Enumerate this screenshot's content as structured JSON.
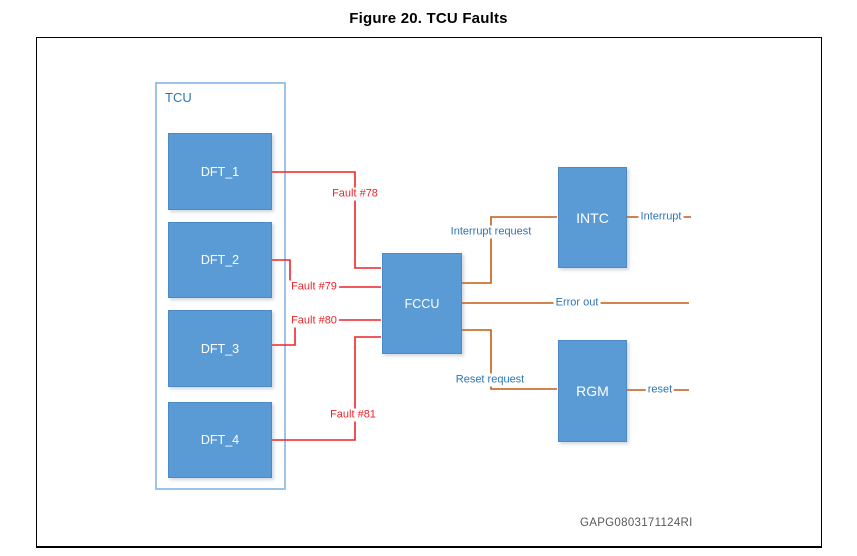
{
  "title": "Figure 20. TCU Faults",
  "watermark": "GAPG0803171124RI",
  "colors": {
    "box-blue": "#5B9BD5",
    "box-border": "#4d89c4",
    "container-border": "#9DC3E6",
    "red": "#EE2429",
    "orange": "#C55A11",
    "label-blue": "#2E75B6",
    "title-black": "#000000",
    "code-gray": "#595959"
  },
  "container": {
    "label": "TCU"
  },
  "blocks": {
    "dft1": {
      "label": "DFT_1"
    },
    "dft2": {
      "label": "DFT_2"
    },
    "dft3": {
      "label": "DFT_3"
    },
    "dft4": {
      "label": "DFT_4"
    },
    "fccu": {
      "label": "FCCU"
    },
    "intc": {
      "label": "INTC"
    },
    "rgm": {
      "label": "RGM"
    }
  },
  "connections": {
    "fault78": {
      "label": "Fault #78",
      "from": "DFT_1",
      "to": "FCCU"
    },
    "fault79": {
      "label": "Fault #79",
      "from": "DFT_2",
      "to": "FCCU"
    },
    "fault80": {
      "label": "Fault #80",
      "from": "DFT_3",
      "to": "FCCU"
    },
    "fault81": {
      "label": "Fault #81",
      "from": "DFT_4",
      "to": "FCCU"
    },
    "interrupt_request": {
      "label": "Interrupt request",
      "from": "FCCU",
      "to": "INTC"
    },
    "interrupt_out": {
      "label": "Interrupt",
      "from": "INTC"
    },
    "error_out": {
      "label": "Error out",
      "from": "FCCU"
    },
    "reset_request": {
      "label": "Reset request",
      "from": "FCCU",
      "to": "RGM"
    },
    "reset_out": {
      "label": "reset",
      "from": "RGM"
    }
  }
}
